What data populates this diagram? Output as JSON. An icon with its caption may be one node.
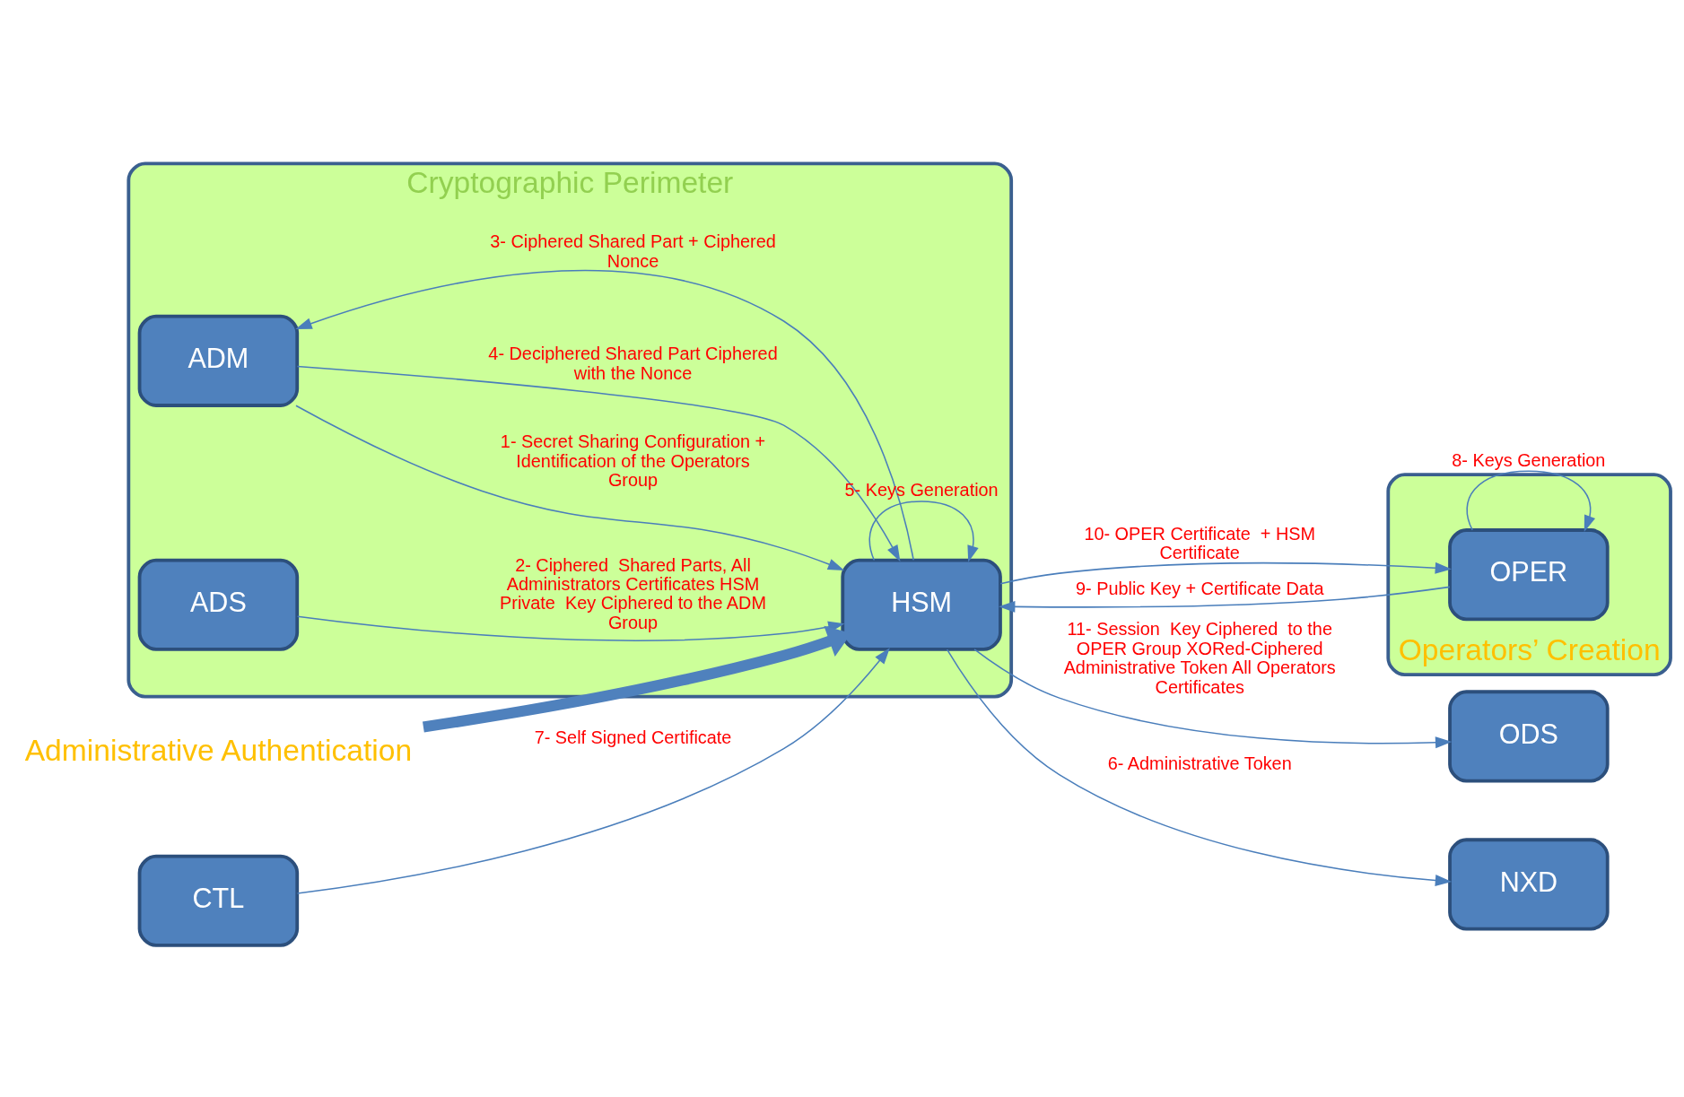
{
  "diagram": {
    "nodes": [
      {
        "text": [
          "Cryptographic Perimeter"
        ]
      },
      {
        "text": [
          "ADM"
        ],
        "in": 0
      },
      {
        "text": [
          "HSM"
        ],
        "in": 0
      },
      {
        "text": [
          "ADS"
        ],
        "in": 0
      },
      {
        "text": [
          "Administrative Authentication"
        ]
      },
      {
        "text": [
          "CTL"
        ]
      },
      {
        "text": [
          "Operators’ Creation"
        ]
      },
      {
        "text": [
          "OPER"
        ],
        "in": 6
      },
      {
        "text": [
          "ODS"
        ]
      },
      {
        "text": [
          "NXD"
        ]
      }
    ],
    "edges": [
      {
        "from": 4,
        "to": 2,
        "arrow": "to",
        "style": "thick"
      },
      {
        "from": 1,
        "to": 2,
        "arrow": "to",
        "label": "1- Secret Sharing Configuration + Identification of the Operators Group"
      },
      {
        "from": 3,
        "to": 2,
        "arrow": "to",
        "label": "2- Ciphered  Shared Parts, All Administrators Certificates HSM Private  Key Ciphered to the ADM Group"
      },
      {
        "from": 2,
        "to": 1,
        "arrow": "to",
        "label": "3- Ciphered Shared Part + Ciphered Nonce"
      },
      {
        "from": 1,
        "to": 2,
        "arrow": "to",
        "label": "4- Deciphered Shared Part Ciphered with the Nonce"
      },
      {
        "from": 2,
        "to": 2,
        "arrow": "to",
        "label": "5- Keys Generation"
      },
      {
        "from": 2,
        "to": 9,
        "arrow": "to",
        "label": "6- Administrative Token"
      },
      {
        "from": 5,
        "to": 2,
        "arrow": "to",
        "label": "7- Self Signed Certificate"
      },
      {
        "from": 7,
        "to": 7,
        "arrow": "to",
        "label": "8- Keys Generation"
      },
      {
        "from": 7,
        "to": 2,
        "arrow": "to",
        "label": "9- Public Key + Certificate Data"
      },
      {
        "from": 2,
        "to": 7,
        "arrow": "to",
        "label": "10- OPER Certificate  + HSM Certificate"
      },
      {
        "from": 2,
        "to": 8,
        "arrow": "to",
        "label": "11- Session  Key Ciphered  to the OPER Group XORed-Ciphered Administrative Token All Operators Certificates"
      }
    ]
  }
}
